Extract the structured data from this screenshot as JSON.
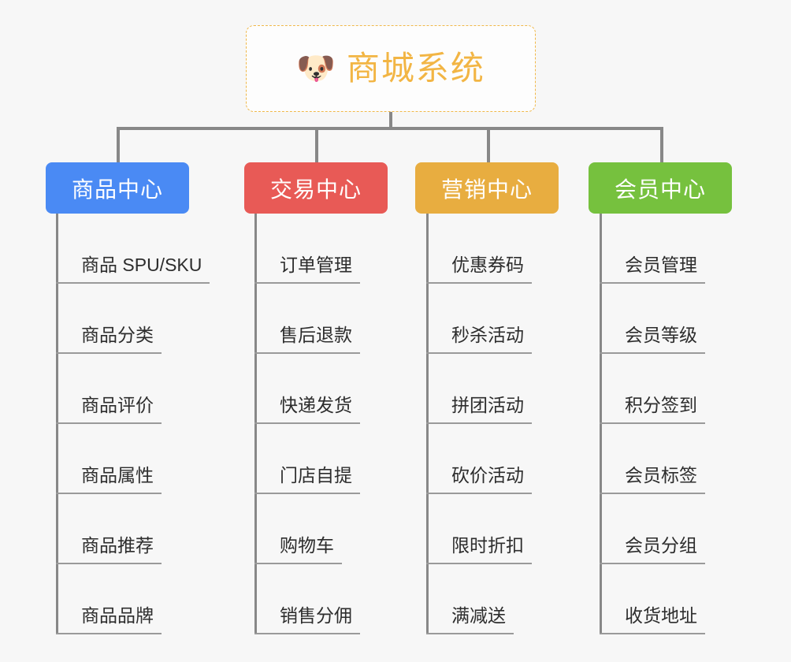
{
  "root": {
    "icon": "shiba-dog-emoji",
    "emoji": "🐶",
    "title": "商城系统",
    "border_color": "#f0b84a",
    "text_color": "#f2b544"
  },
  "canvas": {
    "background": "#f7f7f7",
    "connector_color": "#888888",
    "leaf_rule_color": "#9a9a9a"
  },
  "categories": [
    {
      "label": "商品中心",
      "color": "#4a8af4",
      "items": [
        "商品 SPU/SKU",
        "商品分类",
        "商品评价",
        "商品属性",
        "商品推荐",
        "商品品牌"
      ]
    },
    {
      "label": "交易中心",
      "color": "#e85a56",
      "items": [
        "订单管理",
        "售后退款",
        "快递发货",
        "门店自提",
        "购物车",
        "销售分佣"
      ]
    },
    {
      "label": "营销中心",
      "color": "#e8ad40",
      "items": [
        "优惠券码",
        "秒杀活动",
        "拼团活动",
        "砍价活动",
        "限时折扣",
        "满减送"
      ]
    },
    {
      "label": "会员中心",
      "color": "#76c13e",
      "items": [
        "会员管理",
        "会员等级",
        "积分签到",
        "会员标签",
        "会员分组",
        "收货地址"
      ]
    }
  ]
}
